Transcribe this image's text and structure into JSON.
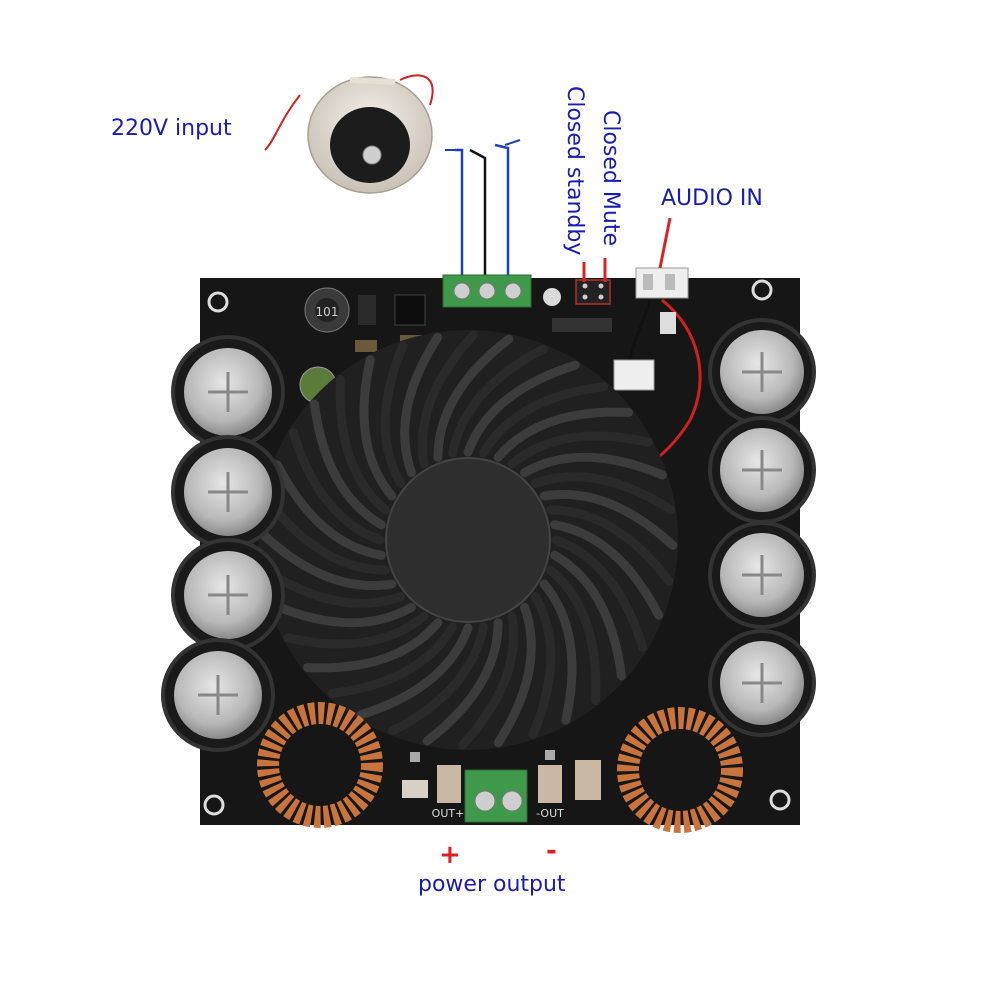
{
  "labels": {
    "input": "220V input",
    "standby": "Closed standby",
    "mute": "Closed Mute",
    "audio_in": "AUDIO IN",
    "plus": "+",
    "minus": "-",
    "power_output": "power output"
  },
  "board_text": {
    "out_plus": "OUT+",
    "out_minus": "-OUT",
    "inductor": "101"
  },
  "colors": {
    "label_blue": "#1a1ab4",
    "pointer_red": "#e02020",
    "pcb": "#161616",
    "terminal_green": "#3e9a4a",
    "copper": "#c8743c",
    "wire_blue": "#1f3fb8",
    "wire_red": "#d02020"
  }
}
